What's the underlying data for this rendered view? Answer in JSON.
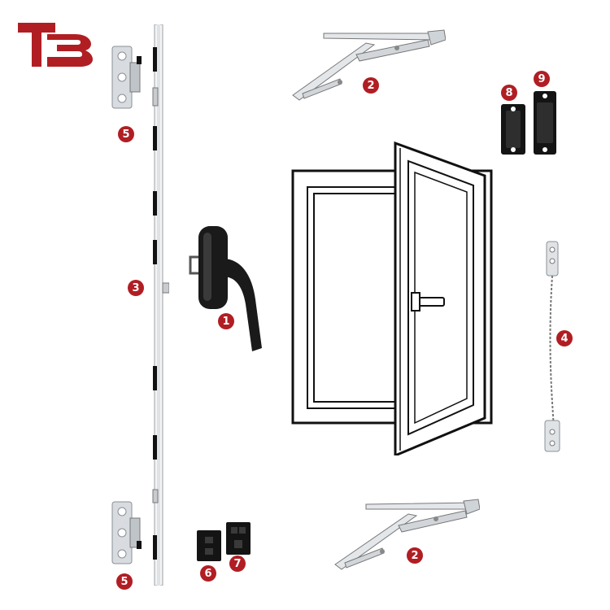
{
  "brand": {
    "logo_text": "TB",
    "logo_color": "#b01e23"
  },
  "accent": {
    "badge_color": "#b01e23",
    "hardware_dark": "#111111",
    "hardware_silver": "#cfd4d9"
  },
  "parts": [
    {
      "number": "1",
      "name": "window handle",
      "icon": "window-handle-icon"
    },
    {
      "number": "2",
      "name": "friction stay (top)",
      "icon": "friction-stay-icon"
    },
    {
      "number": "2",
      "name": "friction stay (bottom)",
      "icon": "friction-stay-icon"
    },
    {
      "number": "3",
      "name": "espagnolette locking bar",
      "icon": "espagnolette-icon"
    },
    {
      "number": "4",
      "name": "cable restrictor",
      "icon": "cable-restrictor-icon"
    },
    {
      "number": "5",
      "name": "keep (top)",
      "icon": "keep-plate-icon"
    },
    {
      "number": "5",
      "name": "keep (bottom)",
      "icon": "keep-plate-icon"
    },
    {
      "number": "6",
      "name": "packer block",
      "icon": "packer-icon"
    },
    {
      "number": "7",
      "name": "packer block",
      "icon": "packer-icon"
    },
    {
      "number": "8",
      "name": "wedge keep",
      "icon": "wedge-keep-icon"
    },
    {
      "number": "9",
      "name": "wedge keep",
      "icon": "wedge-keep-icon"
    }
  ]
}
